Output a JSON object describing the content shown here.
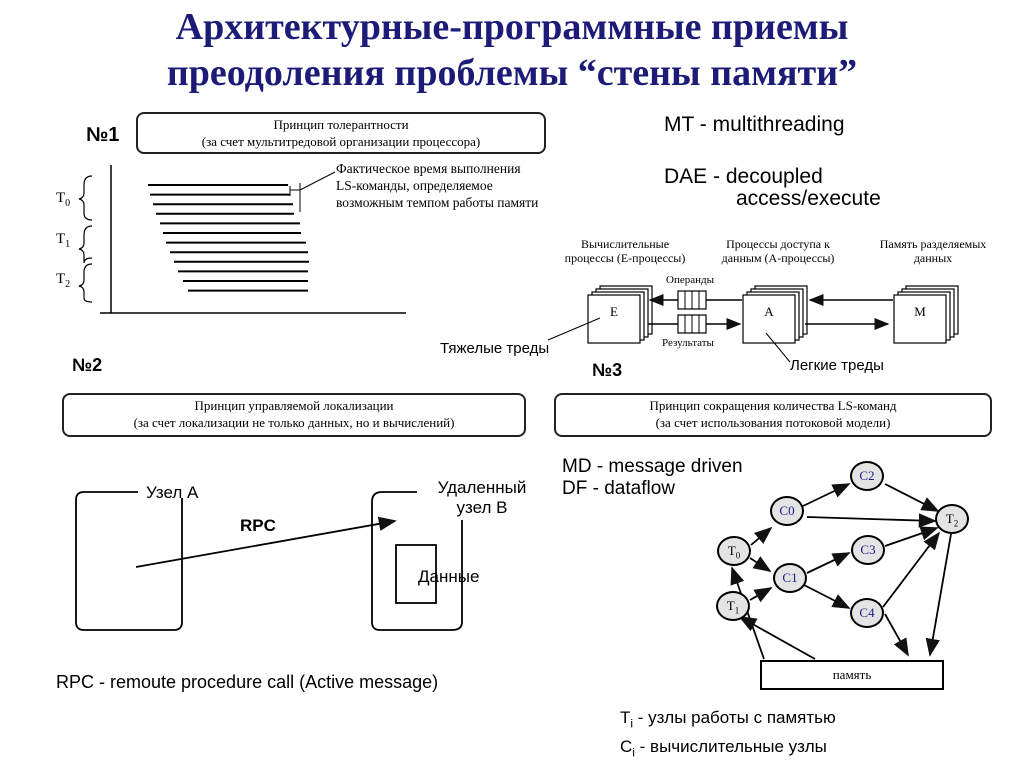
{
  "title": {
    "line1": "Архитектурные-программные приемы",
    "line2": "преодоления проблемы “стены памяти”"
  },
  "section1": {
    "number": "№1",
    "principle_line1": "Принцип толерантности",
    "principle_line2": "(за счет мультитредовой организации процессора)",
    "annotation_line1": "Фактическое время выполнения",
    "annotation_line2": "LS-команды, определяемое",
    "annotation_line3": "возможным темпом работы памяти",
    "t0": "T",
    "t0_sub": "0",
    "t1": "T",
    "t1_sub": "1",
    "t2": "T",
    "t2_sub": "2"
  },
  "mt_dae": {
    "mt": "MT - multithreading",
    "dae_line1": "DAE - decoupled",
    "dae_line2": "access/execute"
  },
  "dae_diagram": {
    "col1_line1": "Вычислительные",
    "col1_line2": "процессы (Е-процессы)",
    "col2_line1": "Процессы доступа к",
    "col2_line2": "данным (А-процессы)",
    "col3_line1": "Память разделяемых",
    "col3_line2": "данных",
    "box_e": "E",
    "box_a": "A",
    "box_m": "M",
    "operands": "Операнды",
    "results": "Результаты",
    "heavy_threads": "Тяжелые треды",
    "light_threads": "Легкие треды"
  },
  "section2": {
    "number": "№2",
    "principle_line1": "Принцип управляемой локализации",
    "principle_line2": "(за счет локализации не только данных, но и вычислений)",
    "node_a": "Узел A",
    "rpc": "RPC",
    "remote_line1": "Удаленный",
    "remote_line2": "узел B",
    "data": "Данные",
    "rpc_def": "RPC - remoute procedure call (Active message)"
  },
  "section3": {
    "number": "№3",
    "principle_line1": "Принцип сокращения количества LS-команд",
    "principle_line2": "(за счет использования  потоковой модели)",
    "md": "MD - message driven",
    "df": "DF - dataflow",
    "nodes": {
      "t0": "T",
      "t0_sub": "0",
      "t1": "T",
      "t1_sub": "1",
      "t2": "T",
      "t2_sub": "2",
      "c0": "C0",
      "c1": "C1",
      "c2": "C2",
      "c3": "C3",
      "c4": "C4"
    },
    "memory": "память",
    "legend_t_letter": "T",
    "legend_t_sub": "i",
    "legend_t_text": " - узлы работы с памятью",
    "legend_c_letter": "C",
    "legend_c_sub": "i",
    "legend_c_text": "  - вычислительные узлы"
  },
  "colors": {
    "title": "#1c1c78",
    "node_text": "#1a1a8c",
    "node_fill": "#e4e4e4"
  }
}
